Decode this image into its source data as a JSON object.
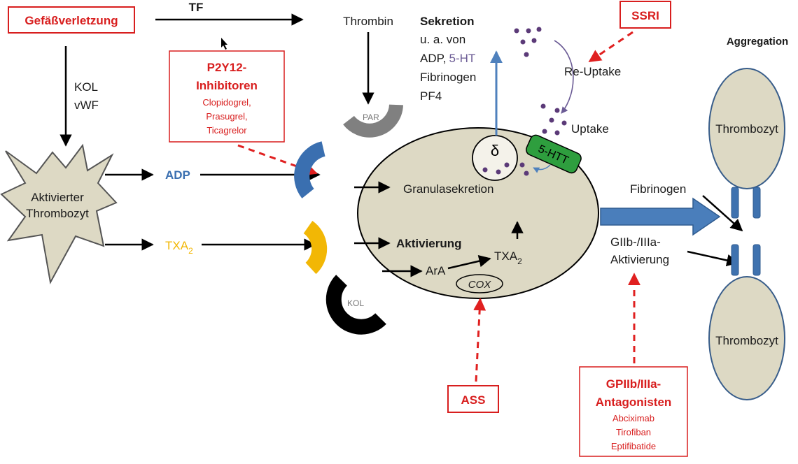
{
  "labels": {
    "injury": "Gefäßverletzung",
    "tf": "TF",
    "thrombin": "Thrombin",
    "secretion_title": "Sekretion",
    "secretion_line1": "u. a. von",
    "secretion_adp": "ADP,",
    "secretion_5ht": "5-HT",
    "secretion_line3": "Fibrinogen",
    "secretion_line4": "PF4",
    "ssri": "SSRI",
    "reuptake": "Re-Uptake",
    "uptake": "Uptake",
    "aggregation": "Aggregation",
    "kol": "KOL",
    "vwf": "vWF",
    "activated_platelet_1": "Aktivierter",
    "activated_platelet_2": "Thrombozyt",
    "adp": "ADP",
    "txa2_base": "TXA",
    "txa2_sub": "2",
    "p2y12_title_1": "P2Y12-",
    "p2y12_title_2": "Inhibitoren",
    "p2y12_drug_1": "Clopidogrel,",
    "p2y12_drug_2": "Prasugrel,",
    "p2y12_drug_3": "Ticagrelor",
    "par": "PAR",
    "kol_receptor": "KOL",
    "delta": "δ",
    "transporter": "5-HTT",
    "granule_secretion": "Granulasekretion",
    "activation": "Aktivierung",
    "ara": "ArA",
    "txa2_inner_base": "TXA",
    "txa2_inner_sub": "2",
    "cox": "COX",
    "fibrinogen": "Fibrinogen",
    "gp_activation_1": "GIIb-/IIIa-",
    "gp_activation_2": "Aktivierung",
    "thrombocyte_top": "Thrombozyt",
    "thrombocyte_bottom": "Thrombozyt",
    "ass": "ASS",
    "gp_antagonists_1": "GPIIb/IIIa-",
    "gp_antagonists_2": "Antagonisten",
    "gp_drug_1": "Abciximab",
    "gp_drug_2": "Tirofiban",
    "gp_drug_3": "Eptifibatide"
  },
  "colors": {
    "drug_red": "#d81e1e",
    "adp_blue": "#3a6fb0",
    "txa_yellow": "#f2b705",
    "par_gray": "#808080",
    "cell_fill": "#ddd9c4",
    "transporter_green": "#2e9e3e",
    "serotonin_purple": "#5b3a78",
    "secretion_arrow_blue": "#4f81bd",
    "fibrinogen_arrow_blue": "#4a7ebb",
    "receptor_blue": "#3f72af"
  },
  "icons": {
    "mouse_cursor": "cursor-arrow-icon"
  }
}
